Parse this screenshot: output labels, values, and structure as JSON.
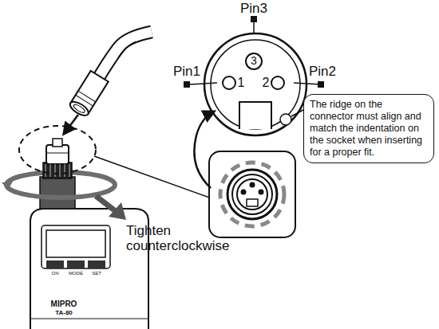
{
  "diagram": {
    "nodes": [
      {
        "text": [
          "The ridge on the connector must align and match the indentation on the socket when inserting for a proper fit."
        ]
      }
    ],
    "labels": [
      "Pin3",
      "Pin1",
      "Pin2",
      "3",
      "1",
      "2",
      "Tighten counterclockwise",
      "ON",
      "MODE",
      "SET",
      "MIPRO",
      "TA-80"
    ]
  }
}
